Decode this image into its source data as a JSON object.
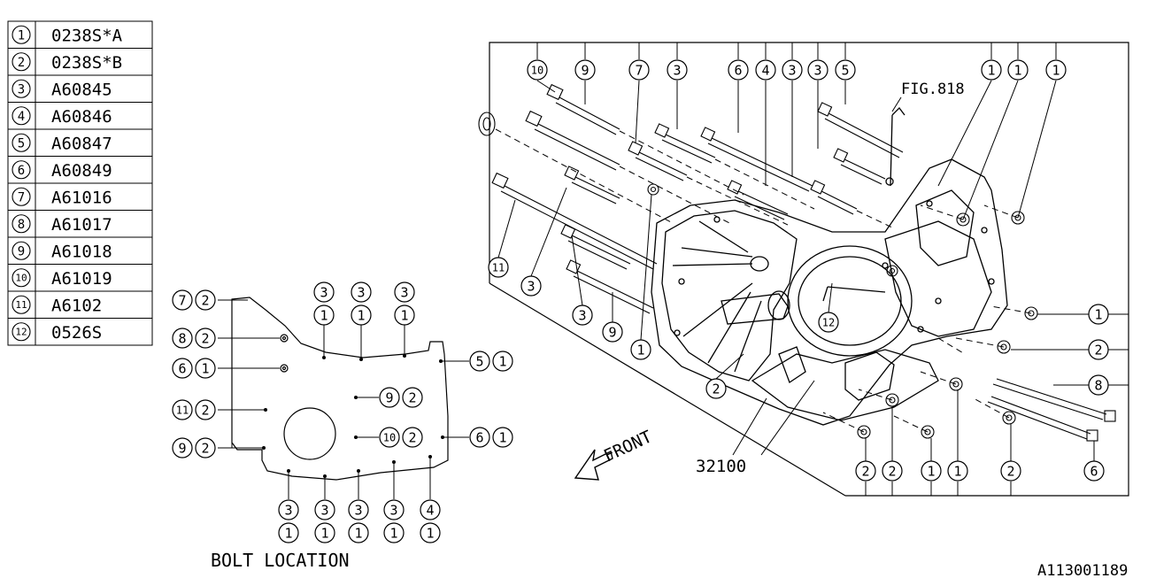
{
  "legend": [
    {
      "num": "1",
      "code": "0238S*A"
    },
    {
      "num": "2",
      "code": "0238S*B"
    },
    {
      "num": "3",
      "code": "A60845"
    },
    {
      "num": "4",
      "code": "A60846"
    },
    {
      "num": "5",
      "code": "A60847"
    },
    {
      "num": "6",
      "code": "A60849"
    },
    {
      "num": "7",
      "code": "A61016"
    },
    {
      "num": "8",
      "code": "A61017"
    },
    {
      "num": "9",
      "code": "A61018"
    },
    {
      "num": "10",
      "code": "A61019"
    },
    {
      "num": "11",
      "code": "A6102"
    },
    {
      "num": "12",
      "code": "0526S"
    }
  ],
  "bolt_location_title": "BOLT LOCATION",
  "fig_ref": "FIG.818",
  "front_label": "FRONT",
  "part_number": "32100",
  "diagram_id": "A113001189",
  "bolt_location_callouts": [
    {
      "id": "bl-7-2",
      "a": "7",
      "b": "2"
    },
    {
      "id": "bl-8-2",
      "a": "8",
      "b": "2"
    },
    {
      "id": "bl-6-1-left",
      "a": "6",
      "b": "1"
    },
    {
      "id": "bl-11-2",
      "a": "11",
      "b": "2"
    },
    {
      "id": "bl-9-2-left",
      "a": "9",
      "b": "2"
    },
    {
      "id": "bl-9-2-mid",
      "a": "9",
      "b": "2"
    },
    {
      "id": "bl-10-2",
      "a": "10",
      "b": "2"
    },
    {
      "id": "bl-5-1",
      "a": "5",
      "b": "1"
    },
    {
      "id": "bl-6-1-right",
      "a": "6",
      "b": "1"
    },
    {
      "id": "bl-top-1",
      "a": "3",
      "b": "1"
    },
    {
      "id": "bl-top-2",
      "a": "3",
      "b": "1"
    },
    {
      "id": "bl-top-3",
      "a": "3",
      "b": "1"
    },
    {
      "id": "bl-bot-1",
      "a": "3",
      "b": "1"
    },
    {
      "id": "bl-bot-2",
      "a": "3",
      "b": "1"
    },
    {
      "id": "bl-bot-3",
      "a": "3",
      "b": "1"
    },
    {
      "id": "bl-bot-4",
      "a": "3",
      "b": "1"
    },
    {
      "id": "bl-bot-5",
      "a": "4",
      "b": "1"
    }
  ],
  "main_callouts": {
    "top": [
      "10",
      "9",
      "7",
      "3",
      "6",
      "4",
      "3",
      "3",
      "5",
      "1",
      "1",
      "1"
    ],
    "left": [
      "11",
      "3",
      "3",
      "9",
      "1",
      "12",
      "2"
    ],
    "right": [
      "1",
      "2",
      "8",
      "6"
    ],
    "bottom": [
      "2",
      "2",
      "1",
      "1",
      "2"
    ]
  }
}
